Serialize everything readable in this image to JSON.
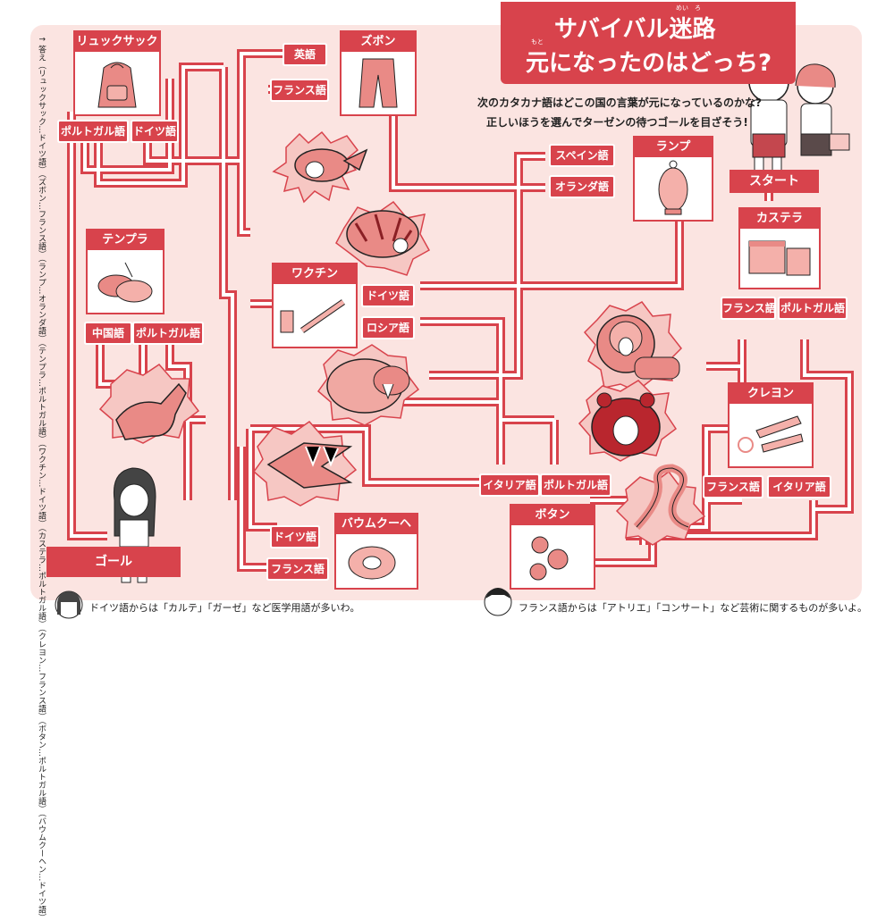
{
  "title": {
    "line1": "サバイバル迷路",
    "line2": "元になったのはどっち?",
    "ruby_meiro": "めい　ろ",
    "ruby_moto": "もと"
  },
  "instructions": {
    "line1": "次のカタカナ語はどこの国の言葉が元になっているのかな?",
    "line2": "正しいほうを選んでターゼンの待つゴールを目ざそう!"
  },
  "start_label": "スタート",
  "goal_label": "ゴール",
  "cards": {
    "rucksack": {
      "title": "リュックサック",
      "options": [
        "ポルトガル語",
        "ドイツ語"
      ]
    },
    "zubon": {
      "title": "ズボン",
      "options": [
        "英語",
        "フランス語"
      ]
    },
    "lamp": {
      "title": "ランプ",
      "options": [
        "スペイン語",
        "オランダ語"
      ]
    },
    "tempura": {
      "title": "テンプラ",
      "options": [
        "中国語",
        "ポルトガル語"
      ]
    },
    "vaccine": {
      "title": "ワクチン",
      "options": [
        "ドイツ語",
        "ロシア語"
      ]
    },
    "castella": {
      "title": "カステラ",
      "options": [
        "フランス語",
        "ポルトガル語"
      ]
    },
    "crayon": {
      "title": "クレヨン",
      "options": [
        "フランス語",
        "イタリア語"
      ]
    },
    "button": {
      "title": "ボタン",
      "options": [
        "イタリア語",
        "ポルトガル語"
      ]
    },
    "baumkuchen": {
      "title": "バウムクーヘン",
      "options": [
        "ドイツ語",
        "フランス語"
      ]
    }
  },
  "footer": {
    "left": "ドイツ語からは「カルテ」「ガーゼ」など医学用語が多いわ。",
    "right": "フランス語からは「アトリエ」「コンサート」など芸術に関するものが多いよ。"
  },
  "answer_vertical": "↑ 答え（リュックサック…ドイツ語）（ズボン…フランス語）（ランプ…オランダ語）（テンプラ…ポルトガル語）（ワクチン…ドイツ語）（カステラ…ポルトガル語）（クレヨン…フランス語）（ボタン…ポルトガル語）（バウムクーヘン…ドイツ語）",
  "colors": {
    "accent": "#d8434c",
    "board": "#fbe4e1",
    "path": "#d8434c"
  }
}
